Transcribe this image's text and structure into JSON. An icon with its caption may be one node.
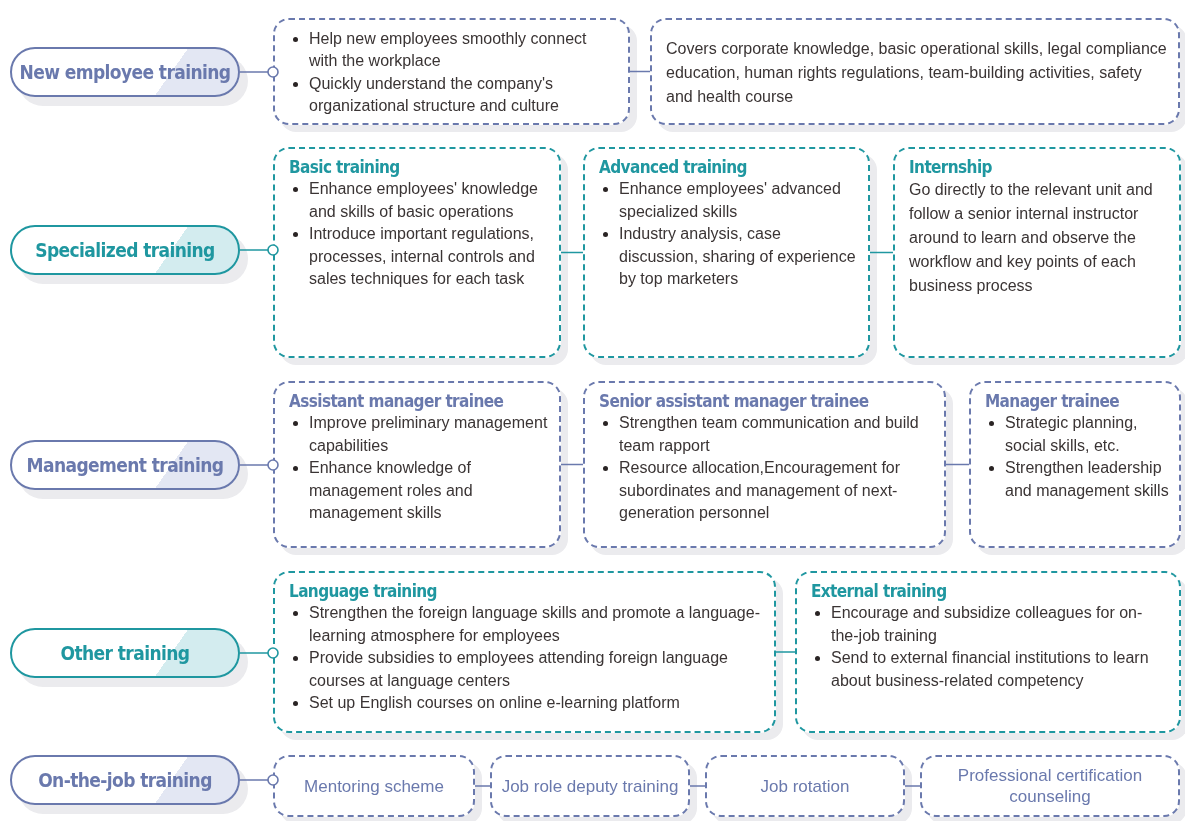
{
  "diagram": {
    "nodes": [
      {
        "text": [
          "New employee training"
        ]
      },
      {
        "text": [
          "Help new employees smoothly connect with the workplace",
          "Quickly understand the company's organizational structure and culture"
        ]
      },
      {
        "text": [
          "Covers corporate knowledge, basic operational skills, legal compliance education, human rights regulations, team-building activities, safety and health course"
        ]
      },
      {
        "text": [
          "Specialized training"
        ]
      },
      {
        "text": [
          "Basic training",
          "Enhance employees' knowledge and skills of basic operations",
          "Introduce important regulations, processes, internal controls and sales techniques for each task"
        ]
      },
      {
        "text": [
          "Advanced training",
          "Enhance employees' advanced specialized skills",
          "Industry analysis, case discussion, sharing of experience by top marketers"
        ]
      },
      {
        "text": [
          "Internship",
          "Go directly to the relevant unit and follow a senior internal instructor around to learn and observe the workflow and key points of each business process"
        ]
      },
      {
        "text": [
          "Management training"
        ]
      },
      {
        "text": [
          "Assistant manager trainee",
          "Improve preliminary management capabilities",
          "Enhance knowledge of management roles and management skills"
        ]
      },
      {
        "text": [
          "Senior assistant manager trainee",
          "Strengthen team communication and build team rapport",
          "Resource allocation,Encouragement for subordinates and management of next-generation personnel"
        ]
      },
      {
        "text": [
          "Manager trainee",
          "Strategic planning, social skills, etc.",
          "Strengthen leadership and management skills"
        ]
      },
      {
        "text": [
          "Other training"
        ]
      },
      {
        "text": [
          "Language training",
          "Strengthen the foreign language skills and promote a language-learning atmosphere for employees",
          "Provide subsidies to employees attending foreign language courses at language centers",
          "Set up English courses on online e-learning platform"
        ]
      },
      {
        "text": [
          "External training",
          "Encourage and subsidize colleagues for on-the-job training",
          "Send to external financial institutions to learn about business-related competency"
        ]
      },
      {
        "text": [
          "On-the-job training"
        ]
      },
      {
        "text": [
          "Mentoring scheme"
        ]
      },
      {
        "text": [
          "Job role deputy training"
        ]
      },
      {
        "text": [
          "Job rotation"
        ]
      },
      {
        "text": [
          "Professional certification counseling"
        ]
      }
    ],
    "edges": [
      {
        "from": 0,
        "to": 1,
        "arrow": "other"
      },
      {
        "from": 1,
        "to": 2,
        "arrow": "none"
      },
      {
        "from": 3,
        "to": 4,
        "arrow": "other",
        "color": "#1f97a0"
      },
      {
        "from": 4,
        "to": 5,
        "arrow": "none",
        "color": "#1f97a0"
      },
      {
        "from": 5,
        "to": 6,
        "arrow": "none",
        "color": "#1f97a0"
      },
      {
        "from": 7,
        "to": 8,
        "arrow": "other"
      },
      {
        "from": 8,
        "to": 9,
        "arrow": "none"
      },
      {
        "from": 9,
        "to": 10,
        "arrow": "none"
      },
      {
        "from": 11,
        "to": 12,
        "arrow": "other",
        "color": "#1f97a0"
      },
      {
        "from": 12,
        "to": 13,
        "arrow": "none",
        "color": "#1f97a0"
      },
      {
        "from": 14,
        "to": 15,
        "arrow": "other"
      },
      {
        "from": 15,
        "to": 16,
        "arrow": "none"
      },
      {
        "from": 16,
        "to": 17,
        "arrow": "none"
      },
      {
        "from": 17,
        "to": 18,
        "arrow": "none"
      }
    ]
  }
}
